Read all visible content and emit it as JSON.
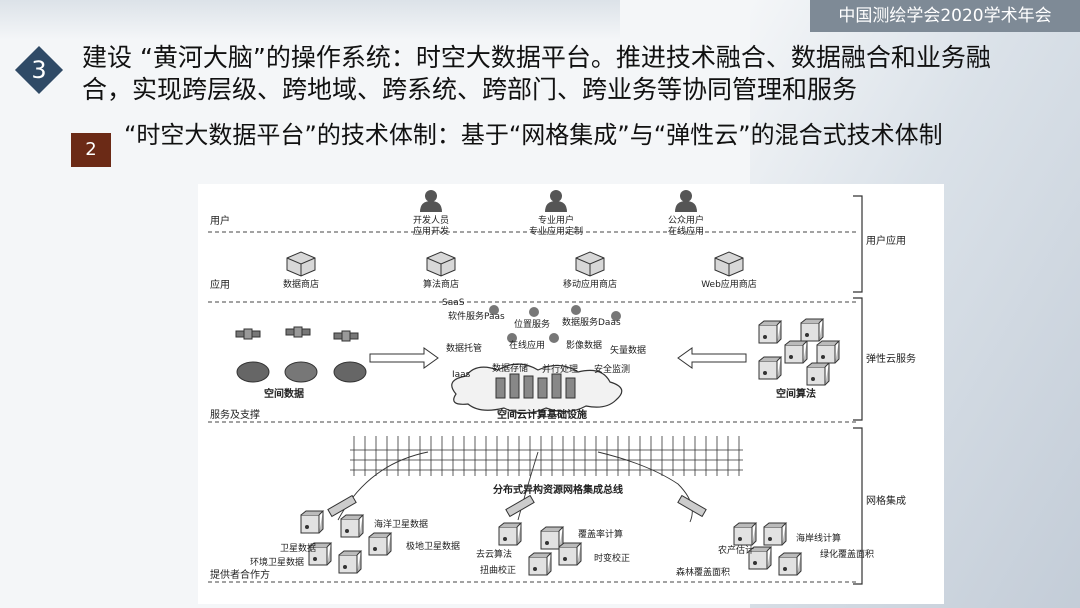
{
  "conference": "中国测绘学会2020学术年会",
  "section_number": "3",
  "title": "建设 “黄河大脑”的操作系统：时空大数据平台。推进技术融合、数据融合和业务融合，实现跨层级、跨地域、跨系统、跨部门、跨业务等协同管理和服务",
  "subsection_number": "2",
  "subtitle": "“时空大数据平台”的技术体制：基于“网格集成”与“弹性云”的混合式技术体制",
  "diagram": {
    "layers": {
      "users": "用户",
      "apps": "应用",
      "services": "服务及支撑",
      "providers": "提供者合作方"
    },
    "side_labels": {
      "user_app": "用户应用",
      "elastic_cloud": "弹性云服务",
      "grid": "网格集成"
    },
    "users": [
      {
        "line1": "开发人员",
        "line2": "应用开发"
      },
      {
        "line1": "专业用户",
        "line2": "专业应用定制"
      },
      {
        "line1": "公众用户",
        "line2": "在线应用"
      }
    ],
    "apps": [
      "数据商店",
      "算法商店",
      "移动应用商店",
      "Web应用商店"
    ],
    "cloud": {
      "saas": "SaaS",
      "paas_software": "软件服务Paas",
      "location": "位置服务",
      "data_service": "数据服务Daas",
      "hosting": "数据托管",
      "online": "在线应用",
      "imagery": "影像数据",
      "vector": "矢量数据",
      "iaas": "Iaas",
      "storage": "数据存储",
      "parallel": "并行处理",
      "security": "安全监测",
      "infrastructure": "空间云计算基础设施"
    },
    "spatial_data": "空间数据",
    "spatial_algorithm": "空间算法",
    "grid_bus": "分布式异构资源网格集成总线",
    "providers": {
      "satellite": "卫星数据",
      "ocean": "海洋卫星数据",
      "env": "环境卫星数据",
      "polar": "极地卫星数据",
      "cloud_removal": "去云算法",
      "distortion": "扭曲校正",
      "coverage_rate": "覆盖率计算",
      "temporal": "时变校正",
      "yield": "农产估计",
      "coastline": "海岸线计算",
      "green": "绿化覆盖面积",
      "forest": "森林覆盖面积"
    }
  },
  "colors": {
    "banner": "#7e8a96",
    "diamond": "#2f4a66",
    "badge": "#6b2a16"
  }
}
